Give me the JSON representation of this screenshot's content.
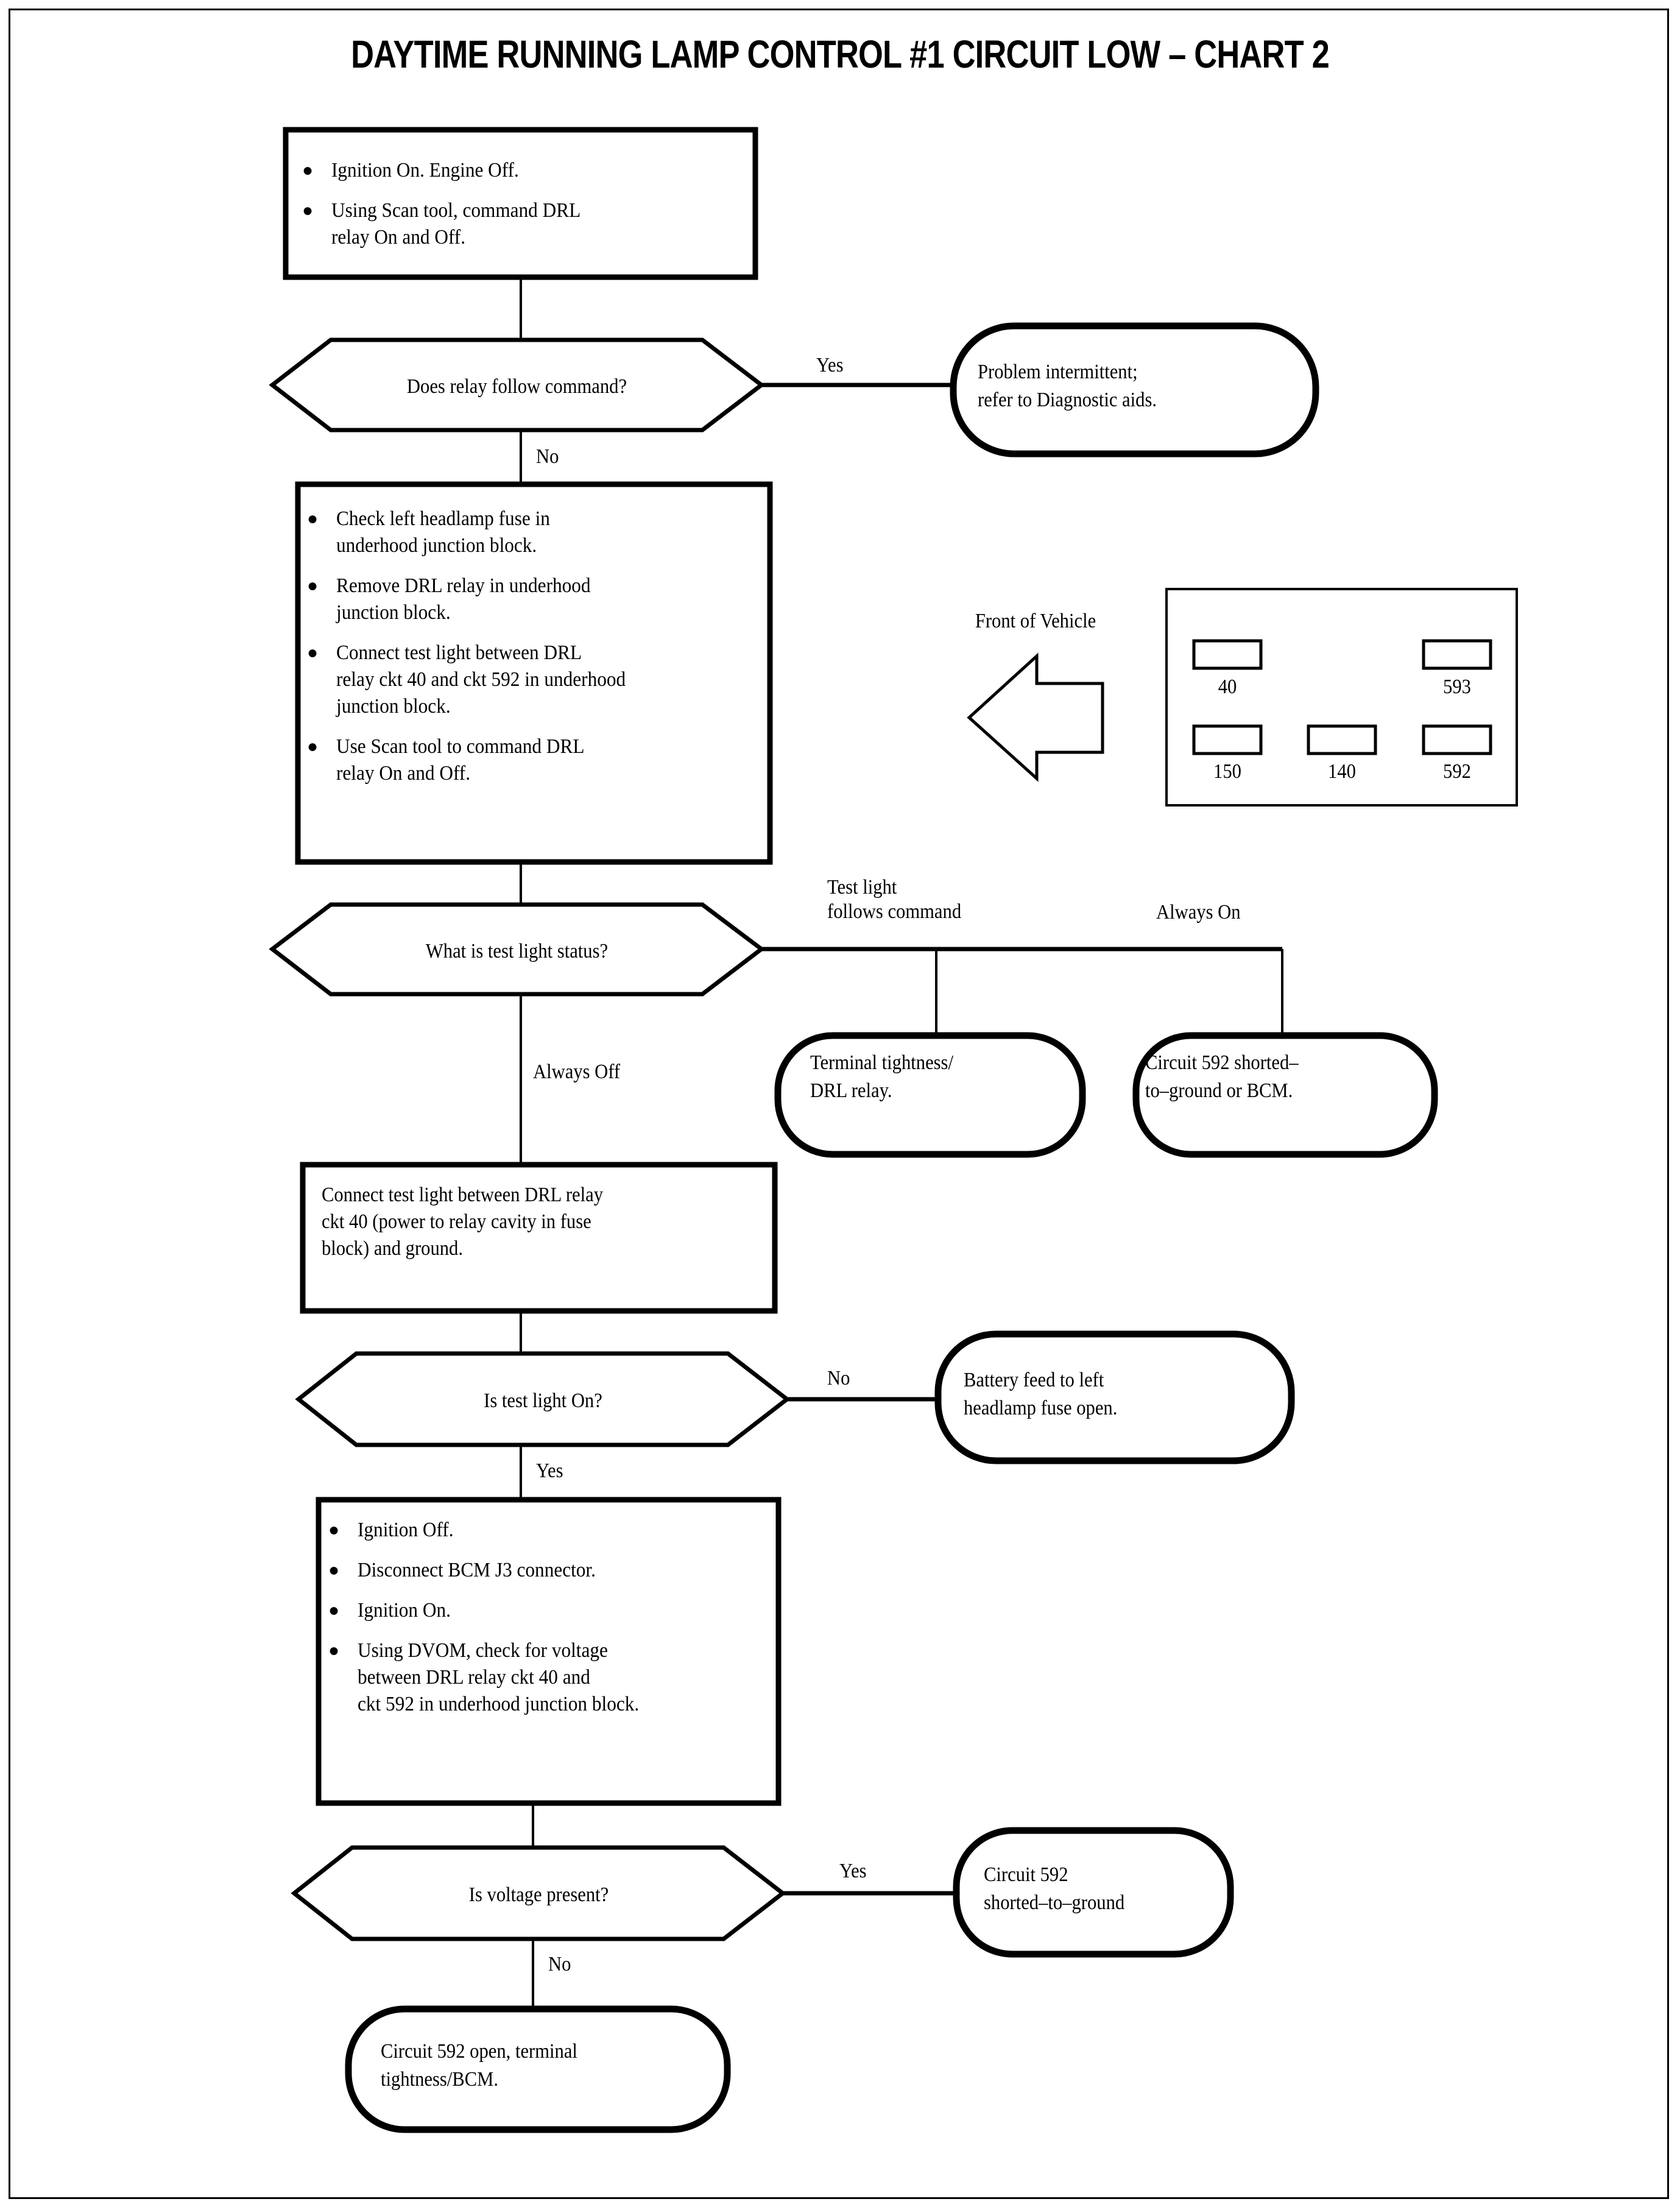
{
  "title": "DAYTIME RUNNING LAMP CONTROL #1 CIRCUIT LOW – CHART 2",
  "steps": {
    "step1": {
      "bullets": [
        "Ignition On. Engine Off.",
        "Using Scan tool, command DRL\nrelay On and Off."
      ]
    },
    "step2": {
      "bullets": [
        "Check left headlamp fuse in\nunderhood junction block.",
        "Remove DRL relay in underhood\njunction block.",
        "Connect test light between DRL\nrelay ckt 40 and ckt 592 in underhood\njunction block.",
        "Use Scan tool to command DRL\nrelay On and Off."
      ]
    },
    "step3": {
      "text": "Connect test light between DRL relay\nckt 40 (power to relay cavity in fuse\nblock) and ground."
    },
    "step4": {
      "bullets": [
        "Ignition Off.",
        "Disconnect BCM J3 connector.",
        "Ignition On.",
        "Using DVOM, check for voltage\nbetween DRL relay ckt 40 and\nckt 592 in underhood junction block."
      ]
    }
  },
  "decisions": {
    "d1": "Does relay follow command?",
    "d2": "What is test light status?",
    "d3": "Is test light On?",
    "d4": "Is voltage present?"
  },
  "edge_labels": {
    "d1_yes": "Yes",
    "d1_no": "No",
    "d2_follows": "Test light\nfollows command",
    "d2_always_on": "Always On",
    "d2_always_off": "Always Off",
    "d3_no": "No",
    "d3_yes": "Yes",
    "d4_yes": "Yes",
    "d4_no": "No"
  },
  "terminators": {
    "t1": "Problem intermittent;\nrefer to Diagnostic aids.",
    "t2": "Terminal tightness/\nDRL relay.",
    "t3": "Circuit 592 shorted–\nto–ground or BCM.",
    "t4": "Battery feed to left\nheadlamp fuse open.",
    "t5": "Circuit 592\nshorted–to–ground",
    "t6": "Circuit 592 open, terminal\ntightness/BCM."
  },
  "connector": {
    "caption": "Front of Vehicle",
    "arrow_direction": "left",
    "top_row": [
      "40",
      "593"
    ],
    "bottom_row": [
      "150",
      "140",
      "592"
    ],
    "cavity_count": 5
  },
  "colors": {
    "ink": "#000000",
    "paper": "#ffffff"
  }
}
